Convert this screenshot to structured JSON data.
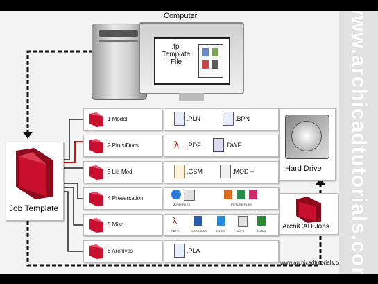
{
  "computer": {
    "label": "Computer",
    "screen_text_line1": ".tpl",
    "screen_text_line2": "Template",
    "screen_text_line3": "File"
  },
  "job_template": {
    "label": "Job Template"
  },
  "rows": [
    {
      "label": "1  Model",
      "files": [
        ".PLN",
        ".BPN"
      ]
    },
    {
      "label": "2  Plots/Docs",
      "files": [
        ".PDF",
        ".DWF"
      ]
    },
    {
      "label": "3  Lib-Mod",
      "files": [
        ".GSM",
        ".MOD +"
      ]
    },
    {
      "label": "4  Presentation",
      "captions": [
        "MOVIE FILES",
        "PICTURE FILES"
      ]
    },
    {
      "label": "5  Misc",
      "captions": [
        "PDF'S",
        "WORD-DOC",
        "DWG'S",
        "DXF'S",
        "EXCEL"
      ]
    },
    {
      "label": "6  Archives",
      "files": [
        ".PLA"
      ]
    }
  ],
  "hard_drive": {
    "label": "Hard Drive"
  },
  "archicad_jobs": {
    "label": "ArchiCAD Jobs"
  },
  "watermark_vertical": "www.archicadtutorials.com",
  "watermark_url": "www.archicadtutorials.com",
  "colors": {
    "folder": "#c8102e",
    "folder_dark": "#8b0a1e",
    "line_red": "#c81414",
    "line_dark": "#222222"
  }
}
